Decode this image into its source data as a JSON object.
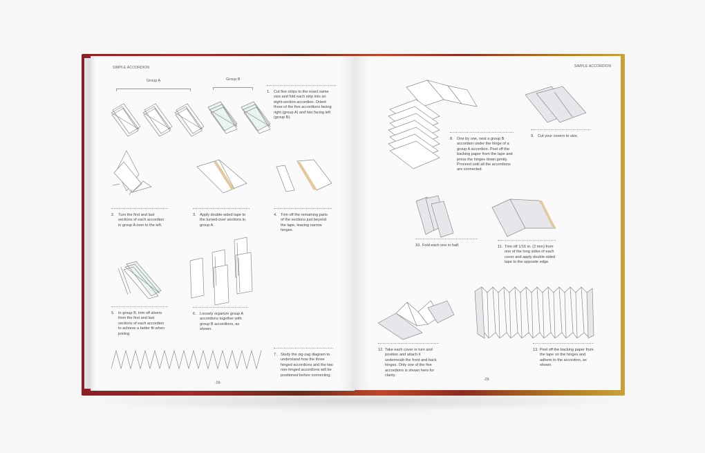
{
  "book": {
    "left_page": {
      "running_head": "SIMPLE ACCORDION",
      "page_number": "-28-",
      "group_labels": [
        "Group A",
        "Group B"
      ],
      "steps": [
        {
          "num": "1.",
          "text": "Cut five strips to the exact same size and fold each strip into an eight-section accordion. Orient three of the five accordions facing right (group A) and two facing left (group B)."
        },
        {
          "num": "2.",
          "text": "Turn the first and last sections of each accordion in group A over to the left."
        },
        {
          "num": "3.",
          "text": "Apply double-sided tape to the turned-over sections in group A."
        },
        {
          "num": "4.",
          "text": "Trim off the remaining parts of the sections just beyond the tape, leaving narrow hinges."
        },
        {
          "num": "5.",
          "text": "In group B, trim off slivers from the first and last sections of each accordion to achieve a better fit when joining."
        },
        {
          "num": "6.",
          "text": "Loosely organize group A accordions together with group B accordions, as shown."
        },
        {
          "num": "7.",
          "text": "Study the zig-zag diagram to understand how the three hinged accordions and the two non-hinged accordions will be positioned before connecting."
        }
      ]
    },
    "right_page": {
      "running_head": "SIMPLE ACCORDION",
      "page_number": "-29-",
      "steps": [
        {
          "num": "8.",
          "text": "One by one, nest a group B accordion under the hinge of a group A accordion. Peel off the backing paper from the tape and press the hinges down gently. Proceed until all the accordions are connected."
        },
        {
          "num": "9.",
          "text": "Cut your covers to size."
        },
        {
          "num": "10.",
          "text": "Fold each one in half."
        },
        {
          "num": "11.",
          "text": "Trim off 1/16 in. (2 mm) from one of the long sides of each cover and apply double-sided tape to the opposite edge."
        },
        {
          "num": "12.",
          "text": "Take each cover in turn and position and attach it underneath the front and back hinges. Only one of the five accordions is shown here for clarity."
        },
        {
          "num": "13.",
          "text": "Peel off the backing paper from the tape on the hinges and adhere to the accordion, as shown."
        }
      ]
    },
    "colors": {
      "cover_red": "#a52a2a",
      "cover_gold": "#c9a23a",
      "tape": "#e3c89c",
      "accordion_tint": "#e8f4f1"
    }
  }
}
